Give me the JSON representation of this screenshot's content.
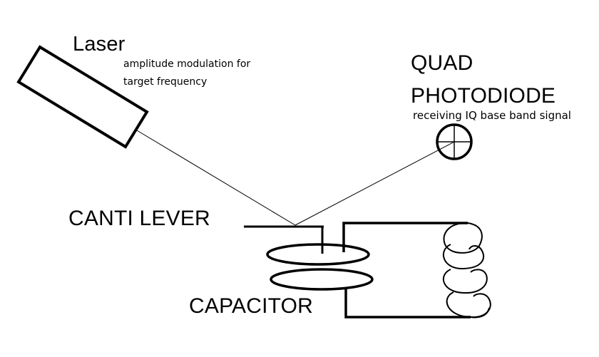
{
  "labels": {
    "laser": "Laser",
    "laser_note_line1": "amplitude modulation for",
    "laser_note_line2": "target frequency",
    "quad": "QUAD",
    "photodiode": "PHOTODIODE",
    "photodiode_note": "receiving IQ base band signal",
    "cantilever": "CANTI LEVER",
    "capacitor": "CAPACITOR"
  },
  "colors": {
    "background": "#ffffff",
    "ink": "#000000"
  }
}
